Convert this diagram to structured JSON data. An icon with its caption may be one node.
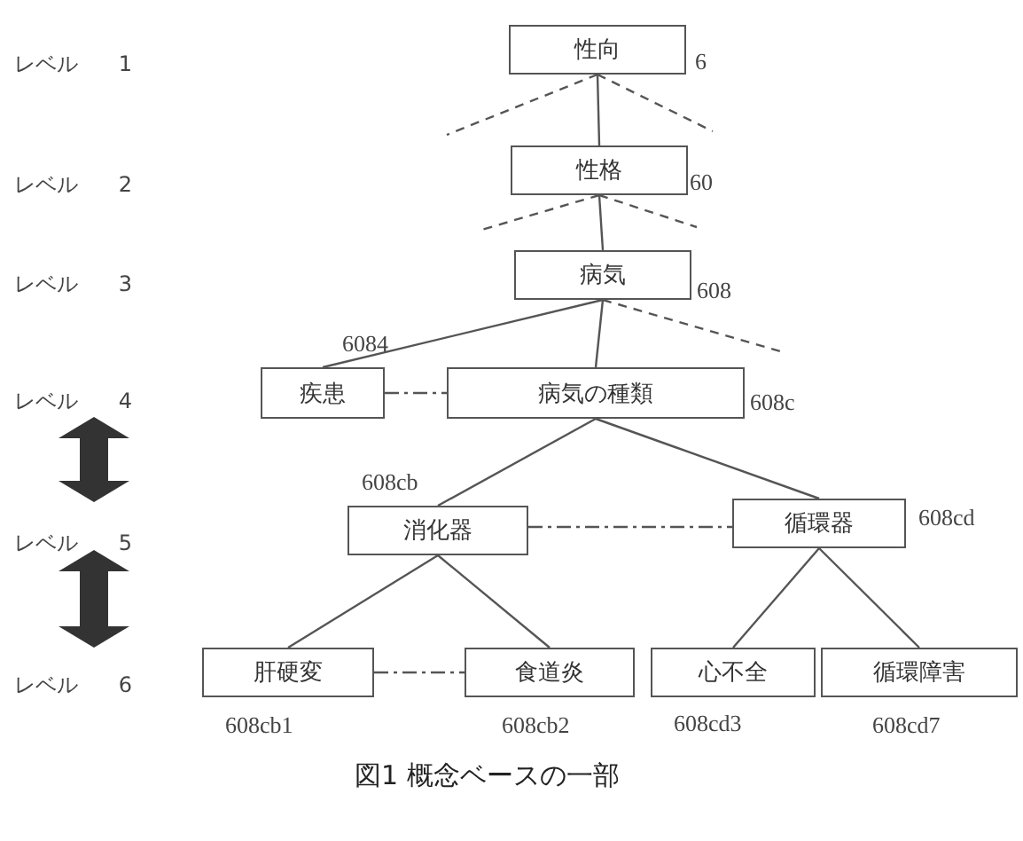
{
  "diagram": {
    "caption": "図1 概念ベースの一部",
    "nodes": [
      {
        "text": [
          "性向"
        ],
        "beside": [
          "6"
        ]
      },
      {
        "text": [
          "性格"
        ],
        "beside": [
          "60"
        ]
      },
      {
        "text": [
          "病気"
        ],
        "beside": [
          "608"
        ]
      },
      {
        "text": [
          "疾患"
        ],
        "beside": [
          "6084"
        ]
      },
      {
        "text": [
          "病気の種類"
        ],
        "beside": [
          "608c"
        ]
      },
      {
        "text": [
          "消化器"
        ],
        "beside": [
          "608cb"
        ]
      },
      {
        "text": [
          "循環器"
        ],
        "beside": [
          "608cd"
        ]
      },
      {
        "text": [
          "肝硬変"
        ],
        "beside": [
          "608cb1"
        ]
      },
      {
        "text": [
          "食道炎"
        ],
        "beside": [
          "608cb2"
        ]
      },
      {
        "text": [
          "心不全"
        ],
        "beside": [
          "608cd3"
        ]
      },
      {
        "text": [
          "循環障害"
        ],
        "beside": [
          "608cd7"
        ]
      }
    ],
    "edges": [
      {
        "from": 0,
        "to": 1,
        "arrow": "none"
      },
      {
        "from": 0,
        "to": null,
        "arrow": "none",
        "style": "dashed"
      },
      {
        "from": 0,
        "to": null,
        "arrow": "none",
        "style": "dashed"
      },
      {
        "from": 1,
        "to": 2,
        "arrow": "none"
      },
      {
        "from": 1,
        "to": null,
        "arrow": "none",
        "style": "dashed"
      },
      {
        "from": 1,
        "to": null,
        "arrow": "none",
        "style": "dashed"
      },
      {
        "from": 2,
        "to": 3,
        "arrow": "none"
      },
      {
        "from": 2,
        "to": 4,
        "arrow": "none"
      },
      {
        "from": 2,
        "to": null,
        "arrow": "none",
        "style": "dashed"
      },
      {
        "from": 3,
        "to": 4,
        "arrow": "none",
        "style": "dashed"
      },
      {
        "from": 4,
        "to": 5,
        "arrow": "none"
      },
      {
        "from": 4,
        "to": 6,
        "arrow": "none"
      },
      {
        "from": 5,
        "to": 6,
        "arrow": "none",
        "style": "dashed"
      },
      {
        "from": 5,
        "to": 7,
        "arrow": "none"
      },
      {
        "from": 5,
        "to": 8,
        "arrow": "none"
      },
      {
        "from": 7,
        "to": 8,
        "arrow": "none",
        "style": "dashed"
      },
      {
        "from": 6,
        "to": 9,
        "arrow": "none"
      },
      {
        "from": 6,
        "to": 10,
        "arrow": "none"
      }
    ],
    "labels": [
      "レベル 1",
      "レベル 2",
      "レベル 3",
      "レベル 4",
      "レベル 5",
      "レベル 6"
    ]
  }
}
